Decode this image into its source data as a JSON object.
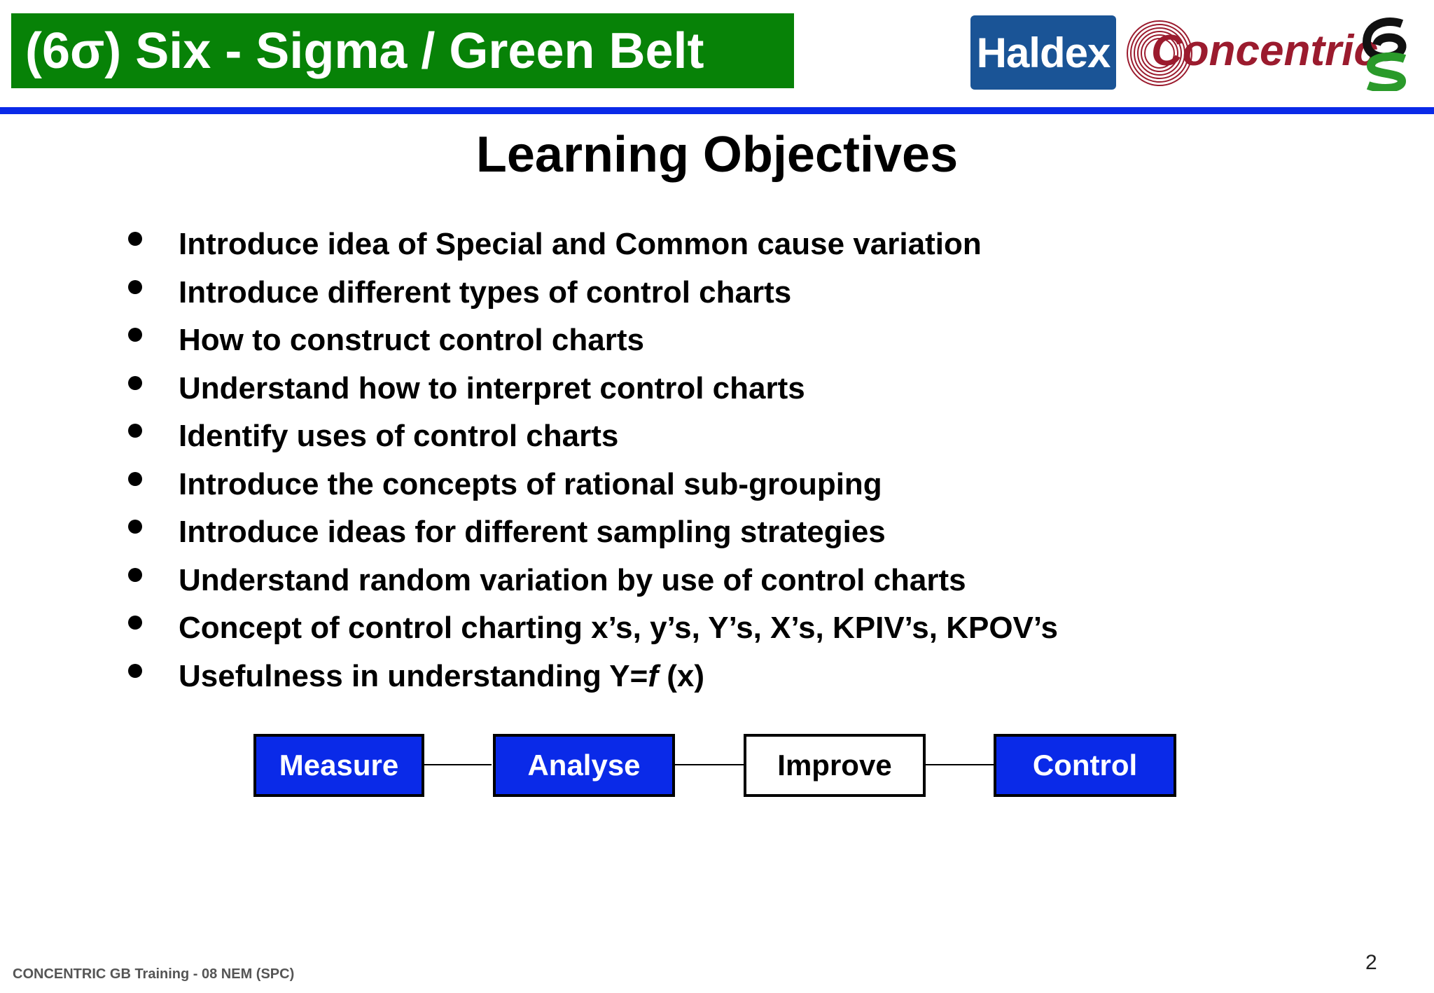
{
  "header": {
    "title": "(6σ) Six - Sigma / Green Belt",
    "logos": {
      "haldex": "Haldex",
      "concentric": "Concentric",
      "six_sigma_icon": "six-sigma-6s-icon"
    },
    "colors": {
      "banner": "#078207",
      "rule": "#0a2ae8",
      "haldex": "#1a5496",
      "concentric": "#9b1b2e"
    }
  },
  "main": {
    "heading": "Learning Objectives",
    "objectives": [
      "Introduce idea of Special and Common cause variation",
      "Introduce different types of control charts",
      "How to construct control charts",
      "Understand how to interpret control charts",
      "Identify uses of control charts",
      "Introduce the concepts of rational sub-grouping",
      "Introduce ideas for different sampling strategies",
      "Understand random variation by use of control charts",
      "Concept of control charting x’s, y’s, Y’s, X’s, KPIV’s, KPOV’s"
    ],
    "last_objective": {
      "prefix": "Usefulness in understanding Y=",
      "func": "f",
      "suffix": " (x)"
    },
    "phases": [
      {
        "label": "Measure",
        "highlighted": true
      },
      {
        "label": "Analyse",
        "highlighted": true
      },
      {
        "label": "Improve",
        "highlighted": false
      },
      {
        "label": "Control",
        "highlighted": true
      }
    ],
    "phase_colors": {
      "active": "#0a2ae8",
      "inactive": "#ffffff"
    }
  },
  "footer": {
    "left": "CONCENTRIC GB Training - 08 NEM (SPC)",
    "page_number": "2"
  }
}
